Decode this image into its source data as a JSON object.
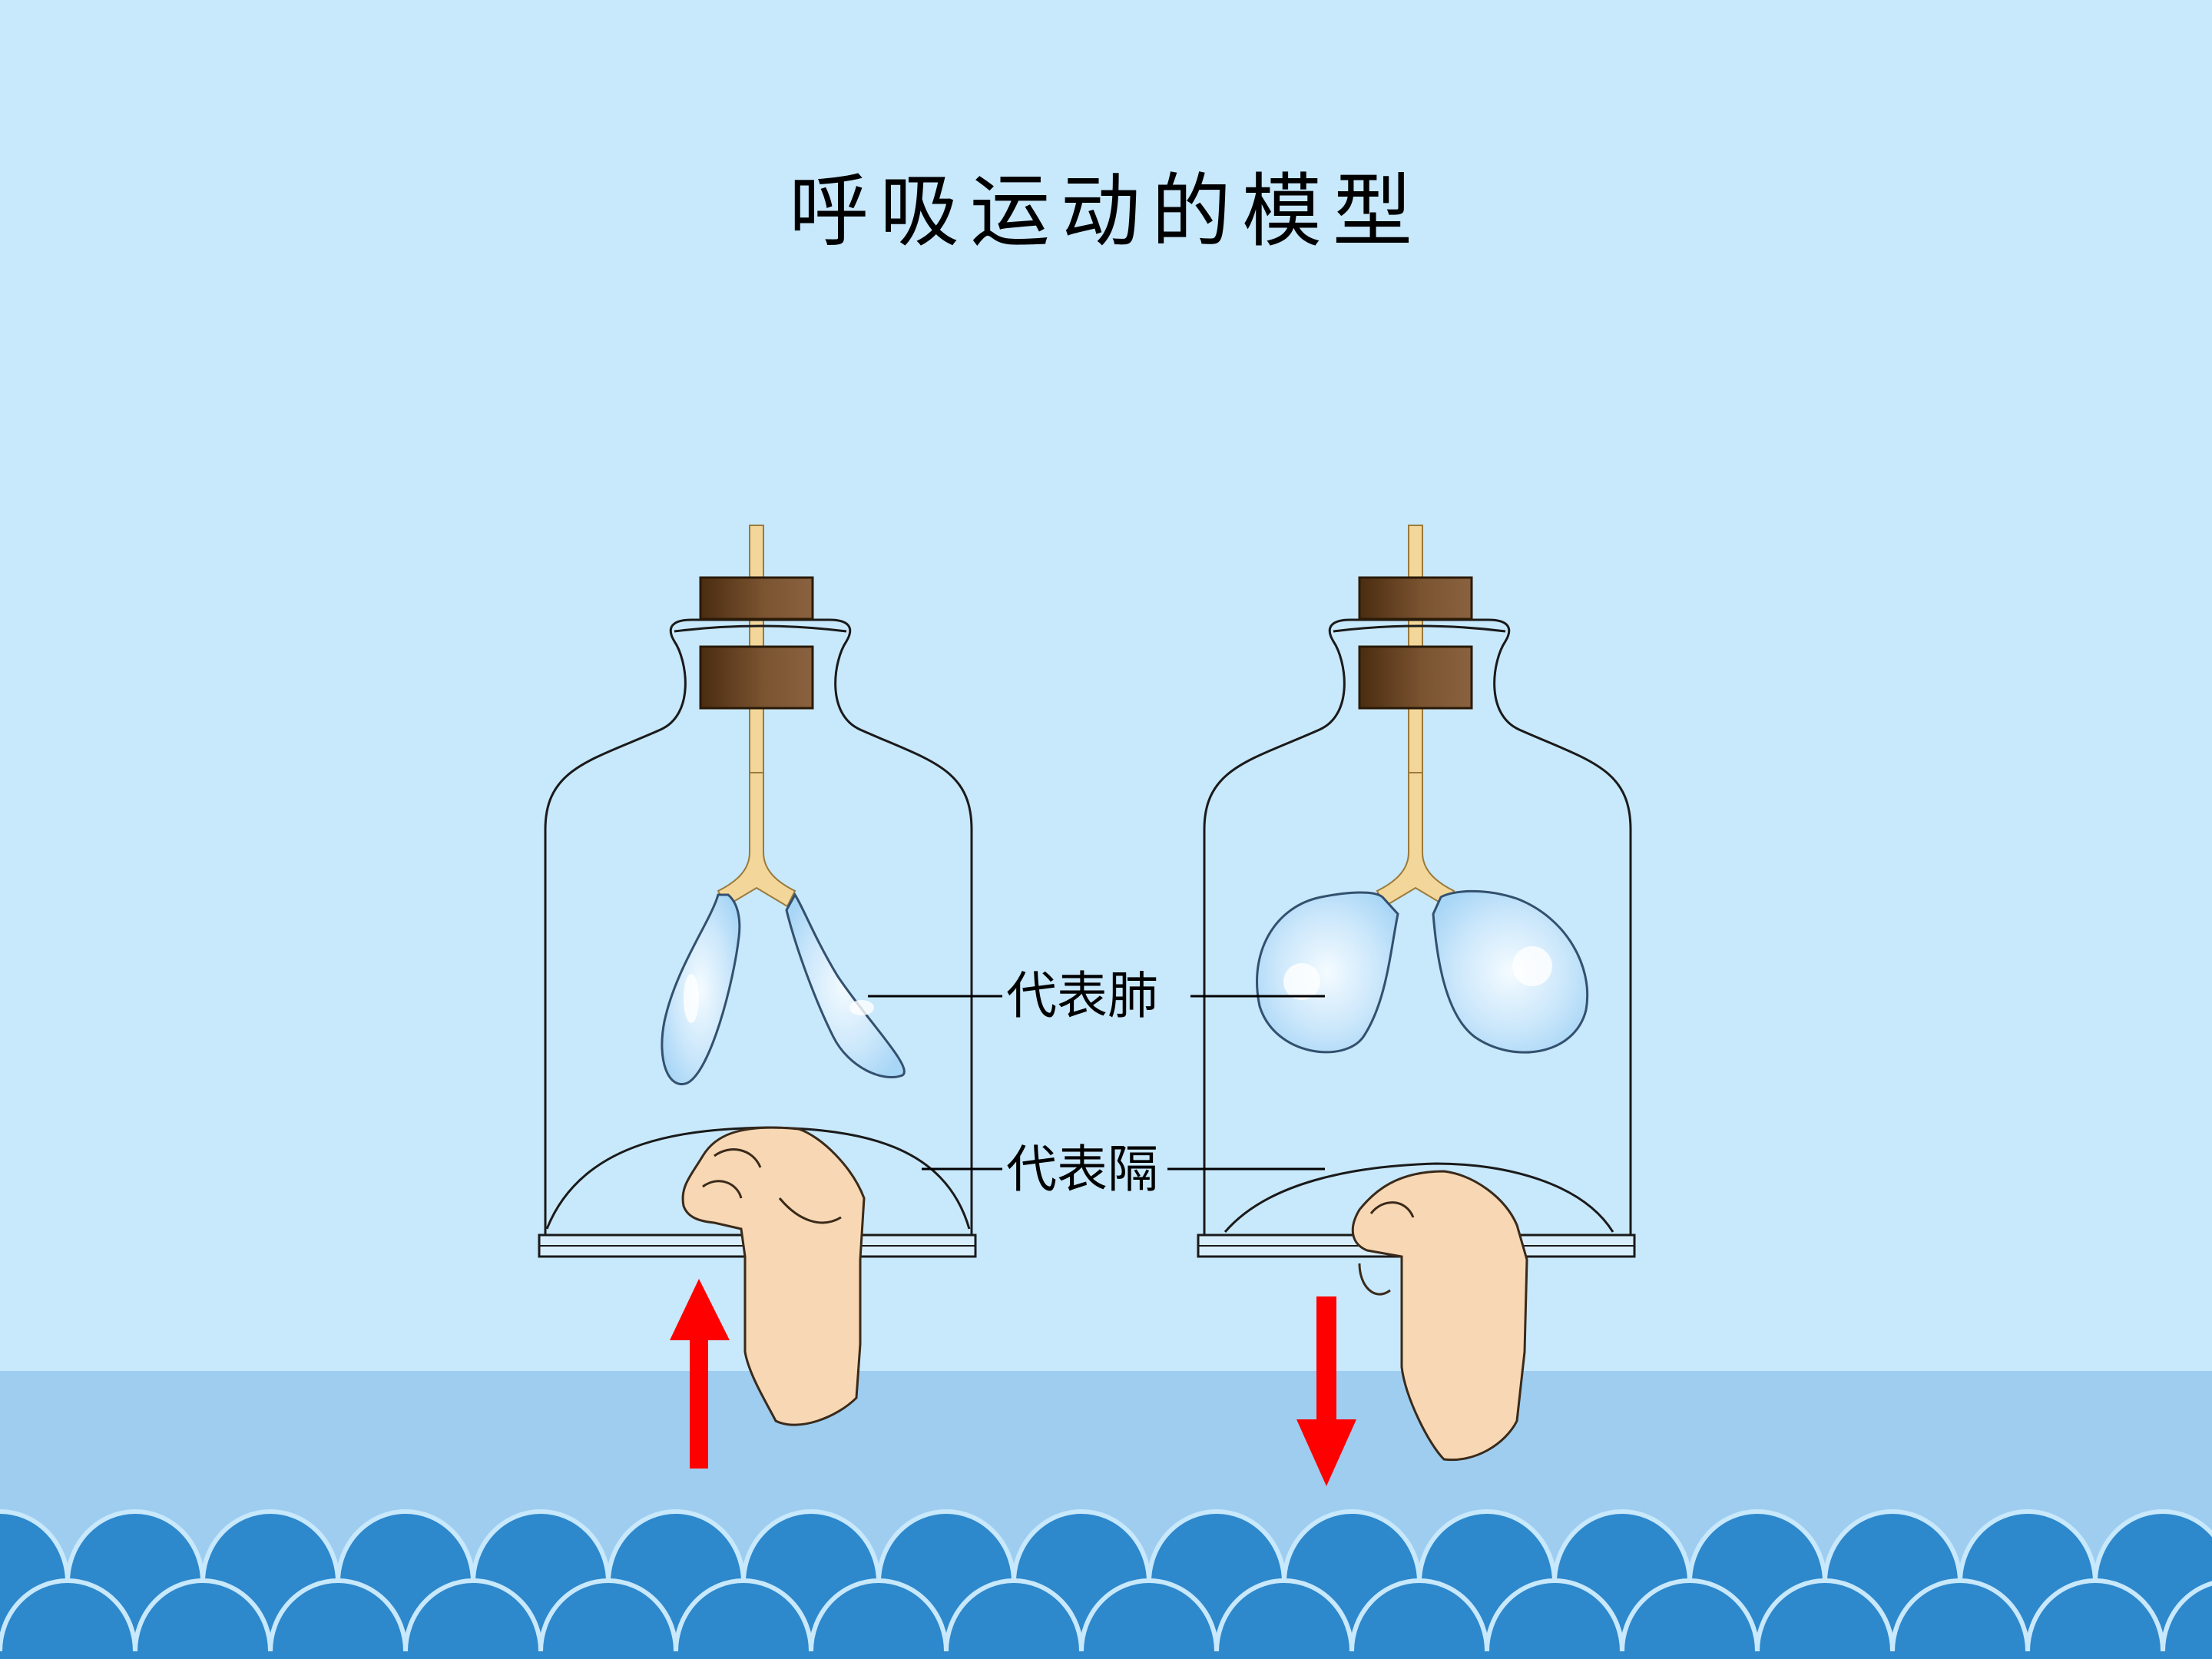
{
  "slide": {
    "title": "呼吸运动的模型",
    "background_color": "#c8e8fb",
    "band_color": "#9ecdf0",
    "wave_color": "#2e88cc"
  },
  "diagram": {
    "labels": {
      "lung": "代表肺",
      "diaphragm": "代表隔"
    },
    "left_model": {
      "arrow_direction": "up",
      "lungs_state": "deflated",
      "diaphragm_state": "raised"
    },
    "right_model": {
      "arrow_direction": "down",
      "lungs_state": "inflated",
      "diaphragm_state": "lowered"
    },
    "arrow_color": "#ff0000",
    "stopper_color": "#6b4420",
    "hand_color": "#f8d8b4"
  }
}
